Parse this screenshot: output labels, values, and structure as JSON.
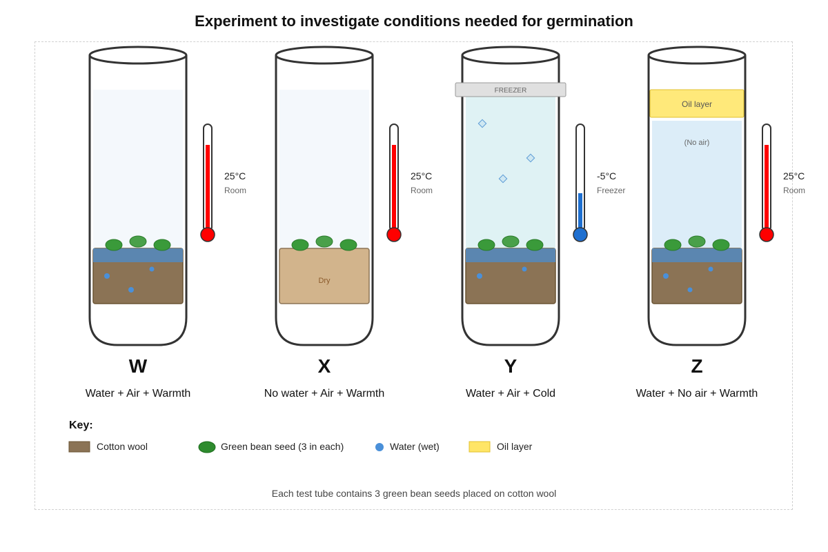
{
  "title": "Experiment to investigate conditions needed for germination",
  "tubes": [
    {
      "letter": "W",
      "condition": "Water + Air + Warmth",
      "temp": "25°C",
      "place": "Room"
    },
    {
      "letter": "X",
      "condition": "No water + Air + Warmth",
      "temp": "25°C",
      "place": "Room",
      "wool_label": "Dry"
    },
    {
      "letter": "Y",
      "condition": "Water + Air + Cold",
      "temp": "-5°C",
      "place": "Freezer",
      "lid_label": "FREEZER"
    },
    {
      "letter": "Z",
      "condition": "Water + No air + Warmth",
      "temp": "25°C",
      "place": "Room",
      "oil_label": "Oil layer",
      "air_label": "(No air)"
    }
  ],
  "key": {
    "heading": "Key:",
    "items": [
      {
        "label": "Cotton wool"
      },
      {
        "label": "Green bean seed (3 in each)"
      },
      {
        "label": "Water (wet)"
      },
      {
        "label": "Oil layer"
      }
    ]
  },
  "footer": "Each test tube contains 3 green bean seeds placed on cotton wool",
  "colors": {
    "tube_outline": "#333333",
    "cotton_wool": "#8b7355",
    "dry_wool": "#d2b48c",
    "water_layer": "#5b86b0",
    "seed": "#2e8b2e",
    "water_dot": "#4a90d9",
    "oil": "#ffe566",
    "ice": "#dff2f4",
    "warm_mercury": "#ff0000",
    "cold_mercury": "#1e6fd0"
  }
}
